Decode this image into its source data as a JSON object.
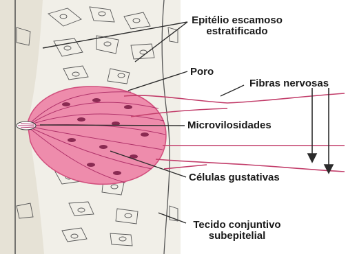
{
  "labels": {
    "epitelio_line1": "Epitélio escamoso",
    "epitelio_line2": "estratificado",
    "poro": "Poro",
    "fibras": "Fibras nervosas",
    "microvilosidades": "Microvilosidades",
    "celulas": "Células gustativas",
    "tecido_line1": "Tecido conjuntivo",
    "tecido_line2": "subepitelial"
  },
  "colors": {
    "bud_fill": "#ee8cac",
    "bud_stroke": "#d2507e",
    "nerve": "#c23d6a",
    "ink": "#2b2b2b",
    "tissue_bg": "#f1efe8"
  }
}
